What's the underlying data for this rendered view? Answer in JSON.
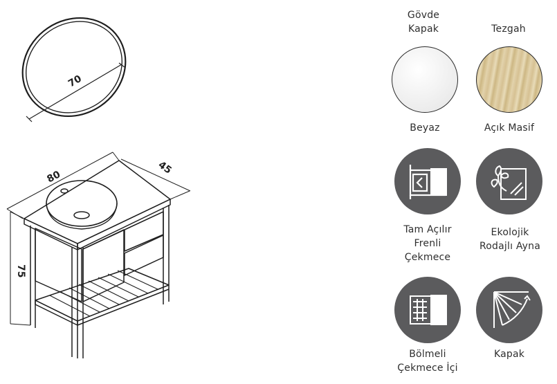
{
  "dimensions": {
    "mirror_diameter": "70",
    "width": "80",
    "depth": "45",
    "height": "75"
  },
  "materials": [
    {
      "heading": "Gövde\nKapak",
      "name": "Beyaz",
      "color": "#f2f2f2"
    },
    {
      "heading": "Tezgah",
      "name": "Açık Masif",
      "color": "#d9c9a1"
    }
  ],
  "features": [
    {
      "label": "Tam Açılır\nFrenli\nÇekmece",
      "icon": "soft-close-drawer-icon"
    },
    {
      "label": "Ekolojik\nRodajlı Ayna",
      "icon": "ecological-mirror-icon"
    },
    {
      "label": "Bölmeli\nÇekmece İçi",
      "icon": "drawer-organizer-icon"
    },
    {
      "label": "Kapak",
      "icon": "door-icon"
    }
  ],
  "colors": {
    "icon_bg": "#5b5b5d",
    "line": "#1e1e1e"
  }
}
